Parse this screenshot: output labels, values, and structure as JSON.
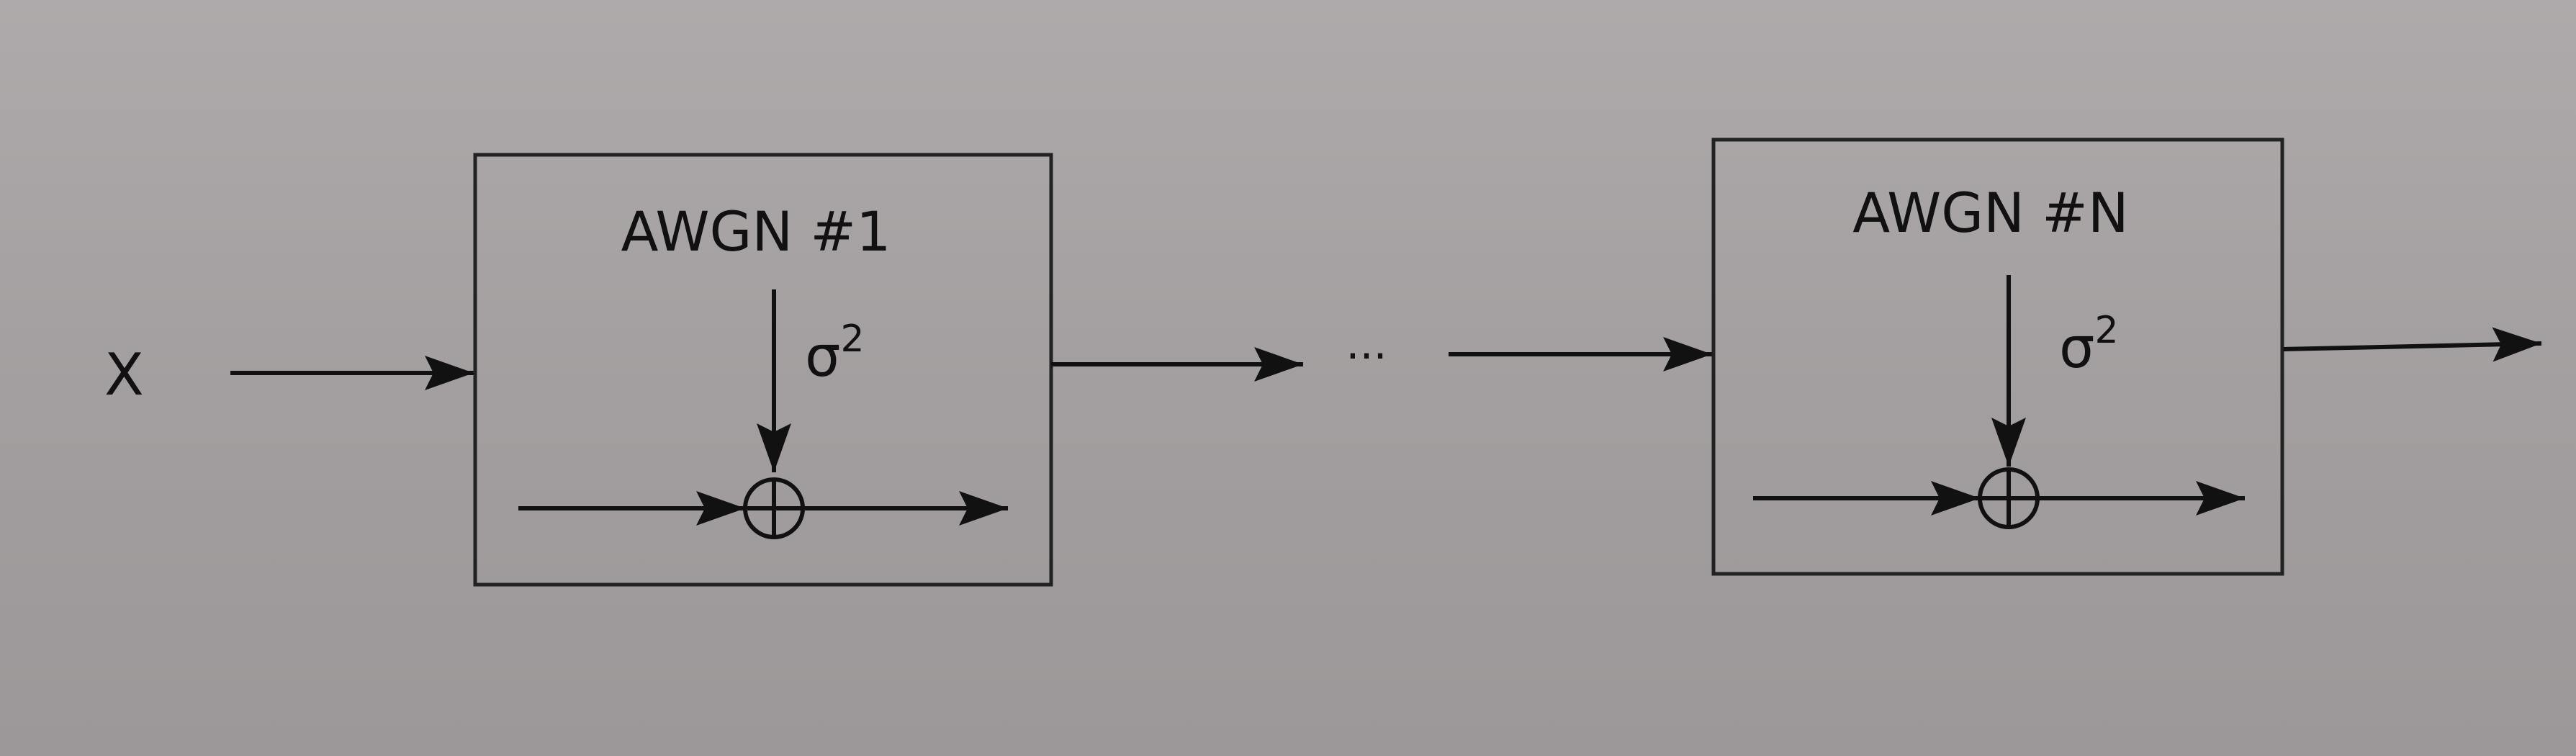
{
  "input_label": "X",
  "ellipsis": "···",
  "blocks": [
    {
      "title": "AWGN #1",
      "noise_label": "σ",
      "noise_exponent": "2"
    },
    {
      "title": "AWGN #N",
      "noise_label": "σ",
      "noise_exponent": "2"
    }
  ],
  "colors": {
    "background": "#a5a1a2",
    "line": "#111111"
  }
}
